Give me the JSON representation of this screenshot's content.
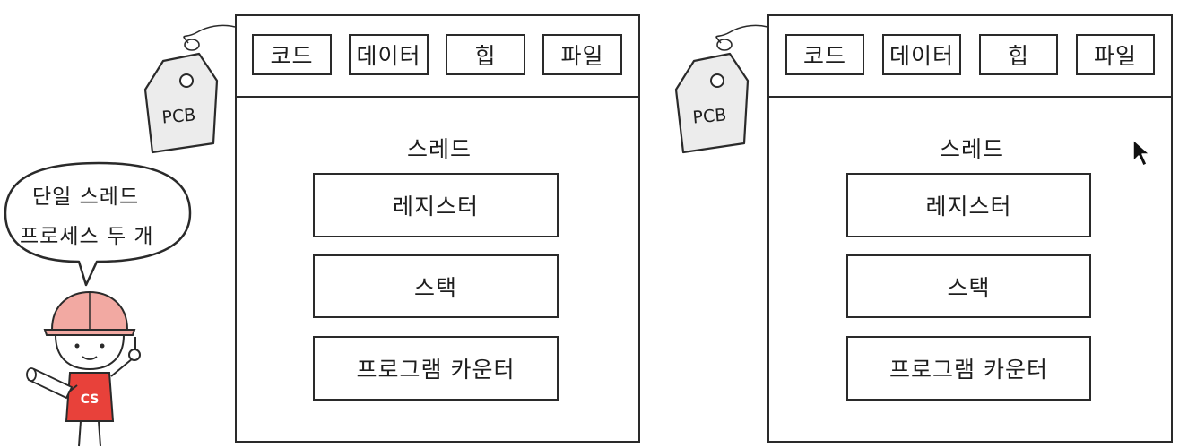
{
  "speech_bubble": {
    "line1": "단일 스레드",
    "line2": "프로세스 두 개"
  },
  "mascot_badge": "CS",
  "processes": [
    {
      "pcb_tag": "PCB",
      "segments": [
        "코드",
        "데이터",
        "힙",
        "파일"
      ],
      "thread_title": "스레드",
      "thread_items": [
        "레지스터",
        "스택",
        "프로그램 카운터"
      ]
    },
    {
      "pcb_tag": "PCB",
      "segments": [
        "코드",
        "데이터",
        "힙",
        "파일"
      ],
      "thread_title": "스레드",
      "thread_items": [
        "레지스터",
        "스택",
        "프로그램 카운터"
      ]
    }
  ],
  "colors": {
    "tag_fill": "#ececec",
    "helmet": "#f2a9a2",
    "shirt": "#e8413a",
    "ink": "#2a2a2a"
  }
}
